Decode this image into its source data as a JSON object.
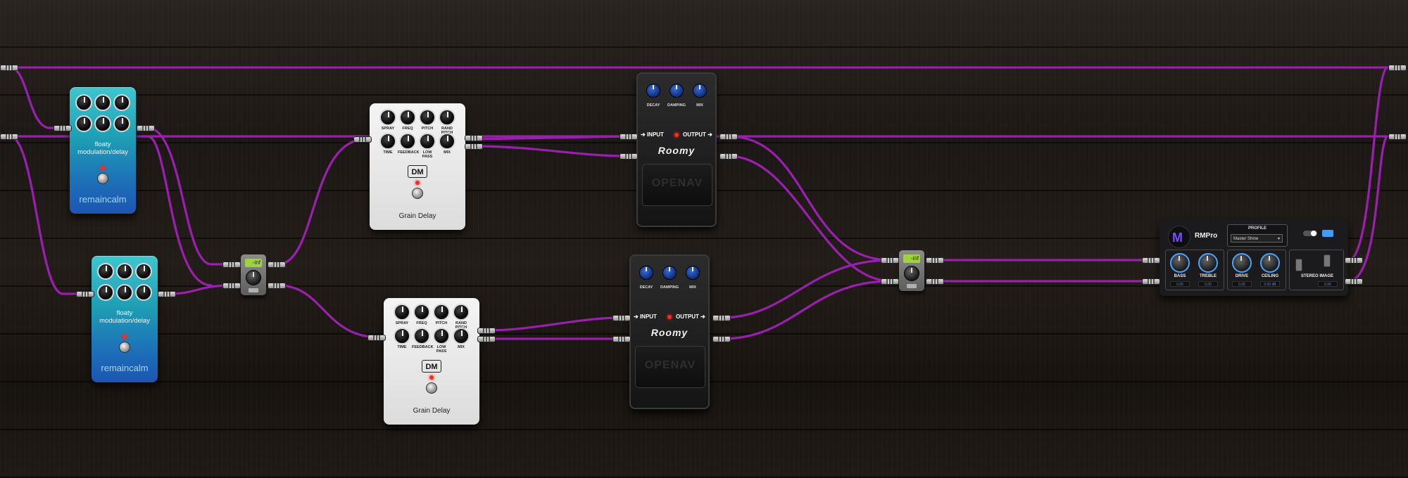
{
  "board": {
    "background": "#1c1815",
    "cable_color": "#9b1fae"
  },
  "pedals": {
    "floaty_top": {
      "name_line1": "floaty",
      "name_line2": "modulation/delay",
      "brand": "remaincalm"
    },
    "floaty_bottom": {
      "name_line1": "floaty",
      "name_line2": "modulation/delay",
      "brand": "remaincalm"
    },
    "grain_top": {
      "knob_labels": [
        "SPRAY",
        "FREQ",
        "PITCH",
        "RAND PITCH",
        "TIME",
        "FEEDBACK",
        "LOW PASS",
        "MIX"
      ],
      "badge": "DM",
      "title": "Grain Delay"
    },
    "grain_bottom": {
      "knob_labels": [
        "SPRAY",
        "FREQ",
        "PITCH",
        "RAND PITCH",
        "TIME",
        "FEEDBACK",
        "LOW PASS",
        "MIX"
      ],
      "badge": "DM",
      "title": "Grain Delay"
    },
    "roomy_top": {
      "knob_labels": [
        "DECAY",
        "DAMPING",
        "MIX"
      ],
      "input_label": "INPUT",
      "output_label": "OUTPUT",
      "brand": "Roomy",
      "switch_text": "OPENAV"
    },
    "roomy_bottom": {
      "knob_labels": [
        "DECAY",
        "DAMPING",
        "MIX"
      ],
      "input_label": "INPUT",
      "output_label": "OUTPUT",
      "brand": "Roomy",
      "switch_text": "OPENAV"
    }
  },
  "gain_left": {
    "lcd": "-inf"
  },
  "gain_right": {
    "lcd": "-inf"
  },
  "rmpro": {
    "app_name": "RMPro",
    "logo_letter": "M",
    "profile_label": "PROFILE",
    "profile_value": "Master Shine",
    "bass_label": "BASS",
    "bass_value": "0.00",
    "treble_label": "TREBLE",
    "treble_value": "0.00",
    "drive_label": "DRIVE",
    "drive_value": "0.00",
    "ceiling_label": "CEILING",
    "ceiling_value": "0.00 dB",
    "stereo_label": "STEREO IMAGE",
    "stereo_value": "0.00",
    "accent": "#4aa3ff"
  }
}
